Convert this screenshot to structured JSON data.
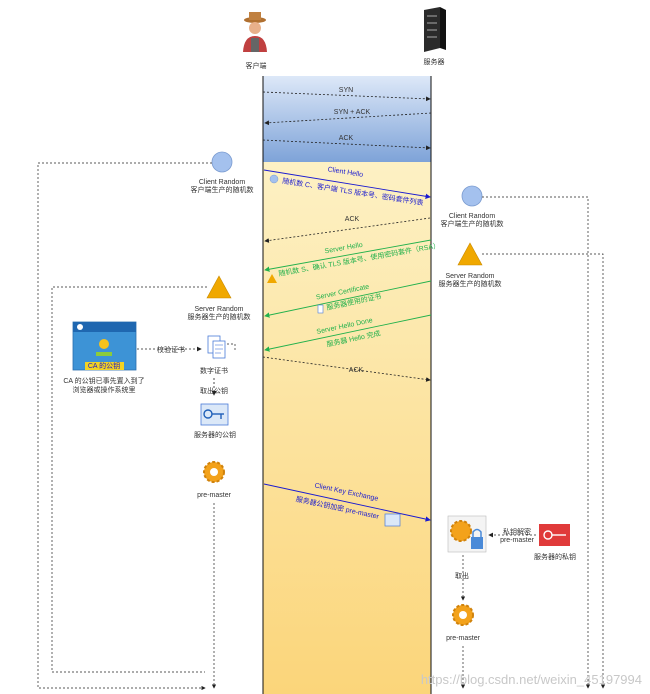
{
  "actors": {
    "client": "客户端",
    "server": "服务器"
  },
  "handshake": {
    "syn": "SYN",
    "syn_ack": "SYN + ACK",
    "ack": "ACK"
  },
  "client_random": {
    "title": "Client Random",
    "desc": "客户端生产的随机数"
  },
  "client_hello": {
    "title": "Client Hello",
    "desc": "随机数 C、客户端 TLS 版本号、密码套件列表"
  },
  "ack1": "ACK",
  "server_random_right": {
    "title": "Client Random",
    "desc": "客户端生产的随机数"
  },
  "server_hello": {
    "title": "Server Hello",
    "desc": "随机数 S、确认 TLS 版本号、使用密码套件（RSA）"
  },
  "server_random_r2": {
    "title": "Server Random",
    "desc": "服务器生产的随机数"
  },
  "server_random_left": {
    "title": "Server Random",
    "desc": "服务器生产的随机数"
  },
  "server_cert": {
    "title": "Server Certificate",
    "desc": "服务器使用的证书"
  },
  "server_hello_done": {
    "title": "Server Hello Done",
    "desc": "服务器 Hello 完成"
  },
  "ack2": "ACK",
  "ca": {
    "badge": "CA 的公钥",
    "note_line1": "CA 的公钥已事先置入到了",
    "note_line2": "浏览器或操作系统里"
  },
  "verify": "校验证书",
  "cert_label": "数字证书",
  "extract_pub": "取出公钥",
  "server_pub": "服务器的公钥",
  "pre_master_left": "pre-master",
  "client_key_exchange": {
    "title": "Client Key Exchange",
    "desc": "服务器公钥加密 pre-master"
  },
  "decrypt_line1": "私钥解密",
  "decrypt_line2": "pre-master",
  "server_private": "服务器的私钥",
  "extract": "取出",
  "pre_master_right": "pre-master",
  "watermark": "https://blog.csdn.net/weixin_45197994",
  "colors": {
    "handshake_band": "#98b6e3",
    "tls_band": "#fdeeb5",
    "blue_msg": "#1a1ad0",
    "green_msg": "#22b14c",
    "circle": "#a4c1ee",
    "triangle": "#f0a800"
  }
}
